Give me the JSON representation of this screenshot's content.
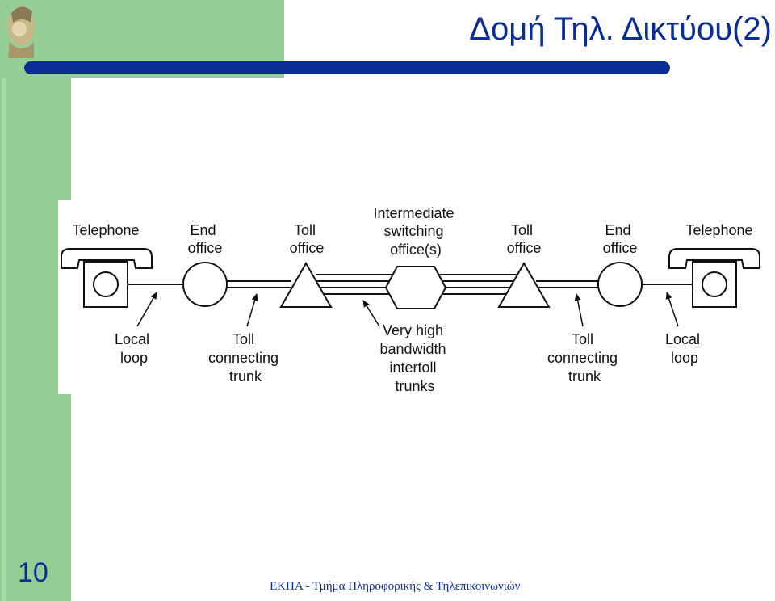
{
  "slide": {
    "title": "Δομή Τηλ. Δικτύου(2)",
    "page_number": "10",
    "footer": "ΕΚΠΑ - Τμήμα Πληροφορικής & Τηλεπικοινωνιών",
    "logo_icon": "athena-head-logo",
    "colors": {
      "sidebar": "#96cf96",
      "accent_blue": "#0a2c96",
      "background": "#ffffff"
    }
  },
  "diagram": {
    "top_labels": {
      "telephone_left": [
        "Telephone"
      ],
      "end_office_left": [
        "End",
        "office"
      ],
      "toll_office_left": [
        "Toll",
        "office"
      ],
      "intermediate": [
        "Intermediate",
        "switching",
        "office(s)"
      ],
      "toll_office_right": [
        "Toll",
        "office"
      ],
      "end_office_right": [
        "End",
        "office"
      ],
      "telephone_right": [
        "Telephone"
      ]
    },
    "bottom_labels": {
      "local_loop_left": [
        "Local",
        "loop"
      ],
      "toll_trunk_left": [
        "Toll",
        "connecting",
        "trunk"
      ],
      "intertoll": [
        "Very high",
        "bandwidth",
        "intertoll",
        "trunks"
      ],
      "toll_trunk_right": [
        "Toll",
        "connecting",
        "trunk"
      ],
      "local_loop_right": [
        "Local",
        "loop"
      ]
    }
  }
}
